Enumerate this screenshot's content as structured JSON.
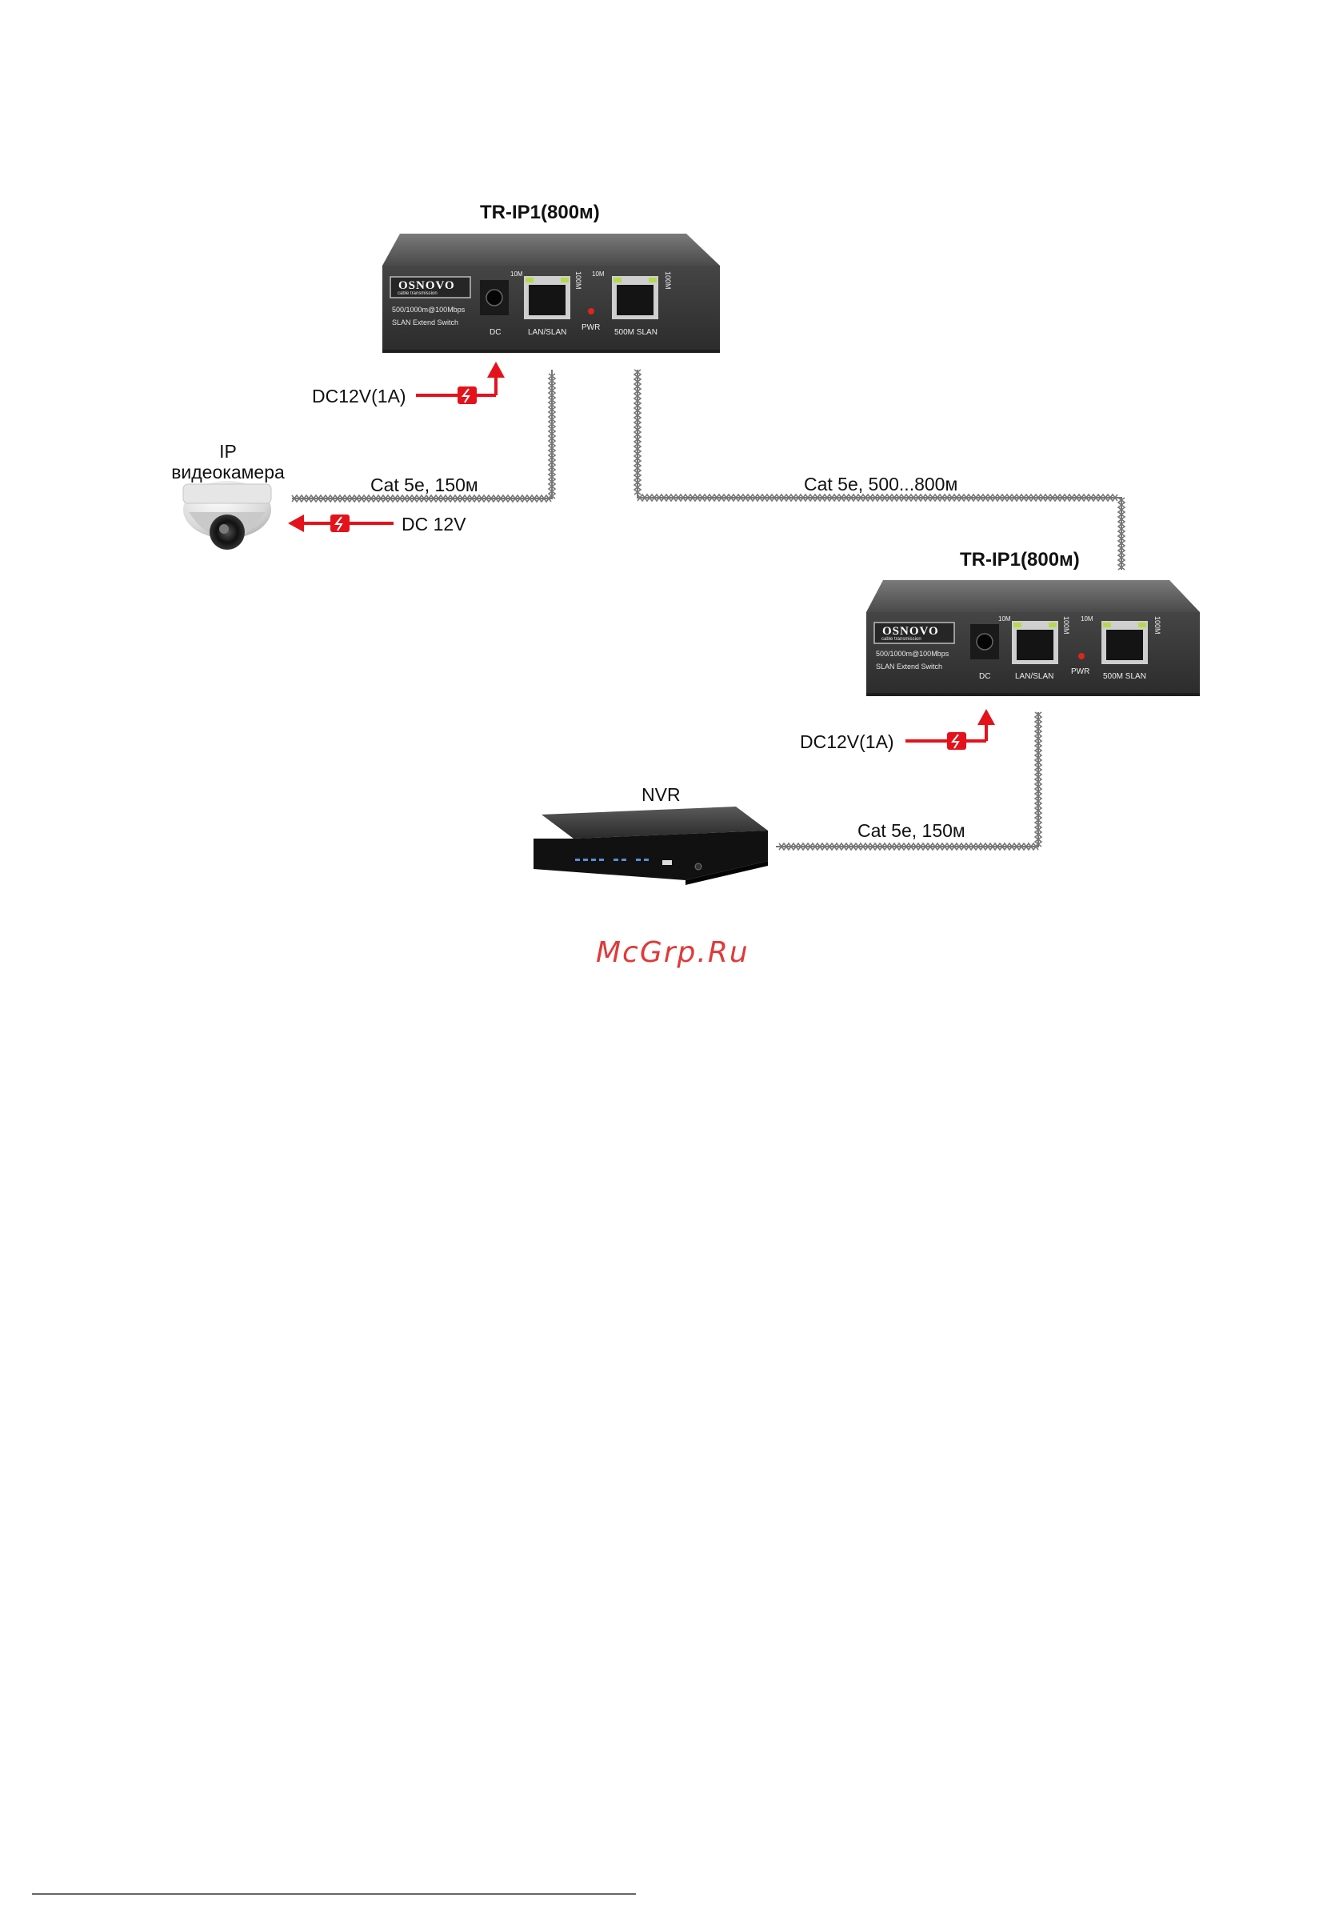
{
  "devices": {
    "switch_top": {
      "title": "TR-IP1(800м)",
      "brand": "OSNOVO",
      "brand_sub": "cable transmission",
      "spec_line1": "500/1000m@100Mbps",
      "spec_line2": "SLAN Extend Switch",
      "port_dc": "DC",
      "port_lan": "LAN/SLAN",
      "port_pwr": "PWR",
      "port_slan": "500M SLAN",
      "led_10m": "10M",
      "led_100m_a": "100M",
      "led_10m_b": "10M",
      "led_100m_b": "100M"
    },
    "switch_bottom": {
      "title": "TR-IP1(800м)",
      "brand": "OSNOVO",
      "brand_sub": "cable transmission",
      "spec_line1": "500/1000m@100Mbps",
      "spec_line2": "SLAN Extend Switch",
      "port_dc": "DC",
      "port_lan": "LAN/SLAN",
      "port_pwr": "PWR",
      "port_slan": "500M SLAN",
      "led_10m": "10M",
      "led_100m_a": "100M",
      "led_10m_b": "10M",
      "led_100m_b": "100M"
    },
    "camera": {
      "line1": "IP",
      "line2": "видеокамера"
    },
    "nvr": {
      "title": "NVR"
    }
  },
  "power": {
    "top": "DC12V(1A)",
    "camera": "DC 12V",
    "bottom": "DC12V(1A)"
  },
  "cables": {
    "camera_link": "Cat 5e, 150м",
    "trunk_link": "Cat 5e, 500...800м",
    "nvr_link": "Cat 5e, 150м"
  },
  "colors": {
    "arrow_red": "#e4121b",
    "cable_gray": "#777777",
    "switch_body": "#3c3c3c",
    "watermark": "#e03a3a"
  },
  "watermark": "McGrp.Ru"
}
